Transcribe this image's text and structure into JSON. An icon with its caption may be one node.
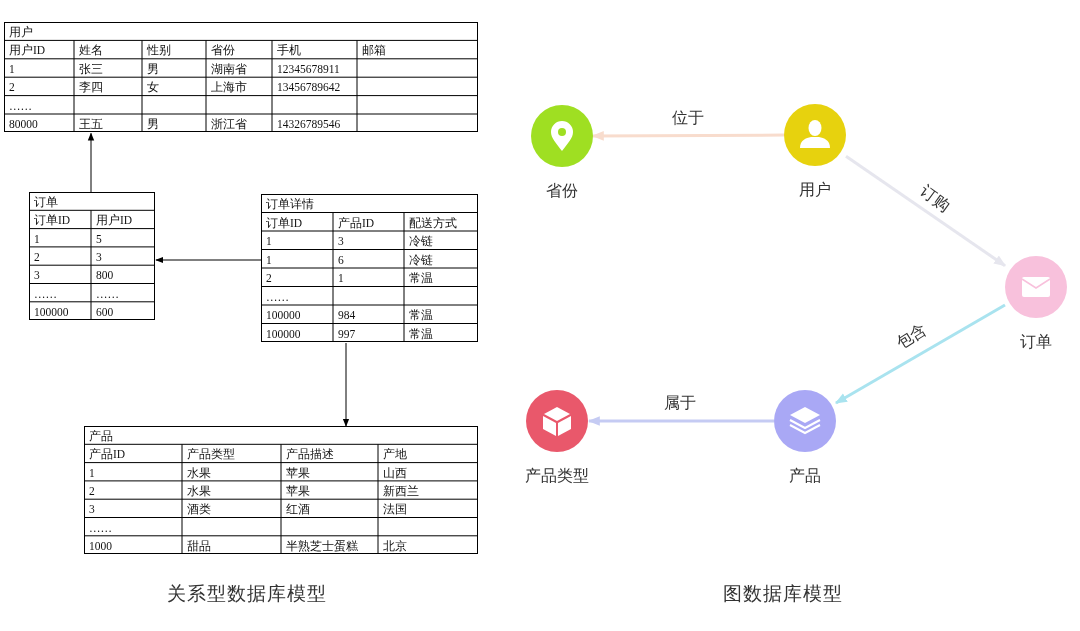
{
  "diagram": {
    "nodes": [
      {
        "text": [
          "用户",
          "用户ID",
          "姓名",
          "性别",
          "省份",
          "手机",
          "邮箱",
          "1",
          "张三",
          "男",
          "湖南省",
          "12345678911",
          "2",
          "李四",
          "女",
          "上海市",
          "13456789642",
          "……",
          "80000",
          "王五",
          "男",
          "浙江省",
          "14326789546"
        ]
      },
      {
        "text": [
          "订单",
          "订单ID",
          "用户ID",
          "1",
          "5",
          "2",
          "3",
          "3",
          "800",
          "……",
          "……",
          "100000",
          "600"
        ]
      },
      {
        "text": [
          "订单详情",
          "订单ID",
          "产品ID",
          "配送方式",
          "1",
          "3",
          "冷链",
          "1",
          "6",
          "冷链",
          "2",
          "1",
          "常温",
          "……",
          "100000",
          "984",
          "常温",
          "100000",
          "997",
          "常温"
        ]
      },
      {
        "text": [
          "产品",
          "产品ID",
          "产品类型",
          "产品描述",
          "产地",
          "1",
          "水果",
          "苹果",
          "山西",
          "2",
          "水果",
          "苹果",
          "新西兰",
          "3",
          "酒类",
          "红酒",
          "法国",
          "……",
          "1000",
          "甜品",
          "半熟芝士蛋糕",
          "北京"
        ]
      },
      {
        "text": [
          "省份"
        ]
      },
      {
        "text": [
          "用户"
        ]
      },
      {
        "text": [
          "订单"
        ]
      },
      {
        "text": [
          "产品类型"
        ]
      },
      {
        "text": [
          "产品"
        ]
      }
    ],
    "edges": [
      {
        "from": 1,
        "to": 0,
        "arrow": "to"
      },
      {
        "from": 2,
        "to": 1,
        "arrow": "to"
      },
      {
        "from": 2,
        "to": 3,
        "arrow": "to"
      },
      {
        "from": 5,
        "to": 4,
        "arrow": "to",
        "label": "位于",
        "color": "#f8dccd"
      },
      {
        "from": 5,
        "to": 6,
        "arrow": "to",
        "label": "订购",
        "color": "#e6e6ee"
      },
      {
        "from": 6,
        "to": 8,
        "arrow": "to",
        "label": "包含",
        "color": "#a9e3ef"
      },
      {
        "from": 8,
        "to": 7,
        "arrow": "to",
        "label": "属于",
        "color": "#c5cbf3"
      }
    ],
    "labels": [
      "关系型数据库模型",
      "图数据库模型"
    ]
  }
}
